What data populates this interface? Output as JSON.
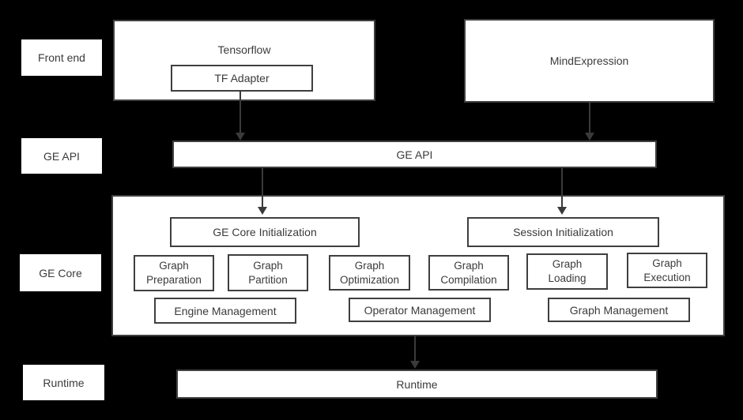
{
  "colors": {
    "background": "#000000",
    "box_fill": "#ffffff",
    "box_border": "#3f3f3f",
    "text": "#3b3b3b",
    "arrow": "#3a3a3a"
  },
  "side_labels": {
    "front_end": "Front end",
    "ge_api": "GE API",
    "ge_core": "GE Core",
    "runtime": "Runtime"
  },
  "front_end_row": {
    "tensorflow_label": "Tensorflow",
    "tf_adapter_label": "TF Adapter",
    "mindexpression_label": "MindExpression"
  },
  "ge_api_bar": {
    "label": "GE API"
  },
  "ge_core": {
    "ge_core_initialization": "GE Core Initialization",
    "session_initialization": "Session Initialization",
    "stages": [
      {
        "line1": "Graph",
        "line2": "Preparation"
      },
      {
        "line1": "Graph",
        "line2": "Partition"
      },
      {
        "line1": "Graph",
        "line2": "Optimization"
      },
      {
        "line1": "Graph",
        "line2": "Compilation"
      },
      {
        "line1": "Graph",
        "line2": "Loading"
      },
      {
        "line1": "Graph",
        "line2": "Execution"
      }
    ],
    "management": [
      {
        "label": "Engine Management"
      },
      {
        "label": "Operator Management"
      },
      {
        "label": "Graph Management"
      }
    ]
  },
  "runtime_bar": {
    "label": "Runtime"
  },
  "connections": [
    {
      "from": "TF Adapter",
      "to": "GE API"
    },
    {
      "from": "MindExpression",
      "to": "GE API"
    },
    {
      "from": "GE API",
      "to": "GE Core Initialization"
    },
    {
      "from": "GE API",
      "to": "Session Initialization"
    },
    {
      "from": "GE Core",
      "to": "Runtime"
    }
  ]
}
